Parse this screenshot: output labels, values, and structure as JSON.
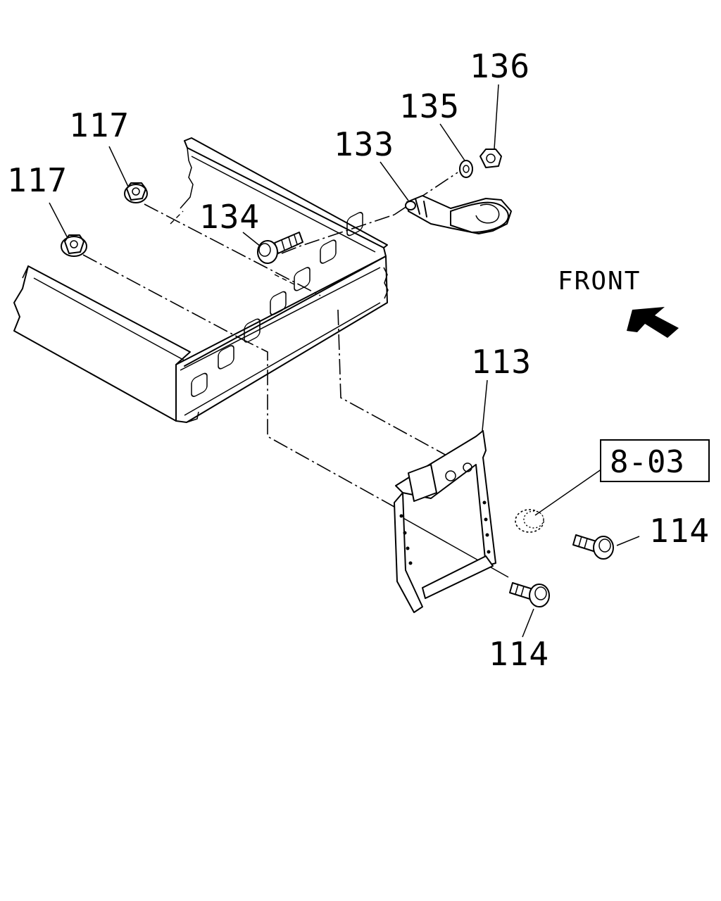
{
  "callouts": {
    "c136": "136",
    "c135": "135",
    "c133": "133",
    "c117a": "117",
    "c117b": "117",
    "c134": "134",
    "c113": "113",
    "c114a": "114",
    "c114b": "114"
  },
  "front_label": "FRONT",
  "reference_box": "8-03",
  "icons": {
    "front_arrow": "front-direction-arrow-icon"
  }
}
